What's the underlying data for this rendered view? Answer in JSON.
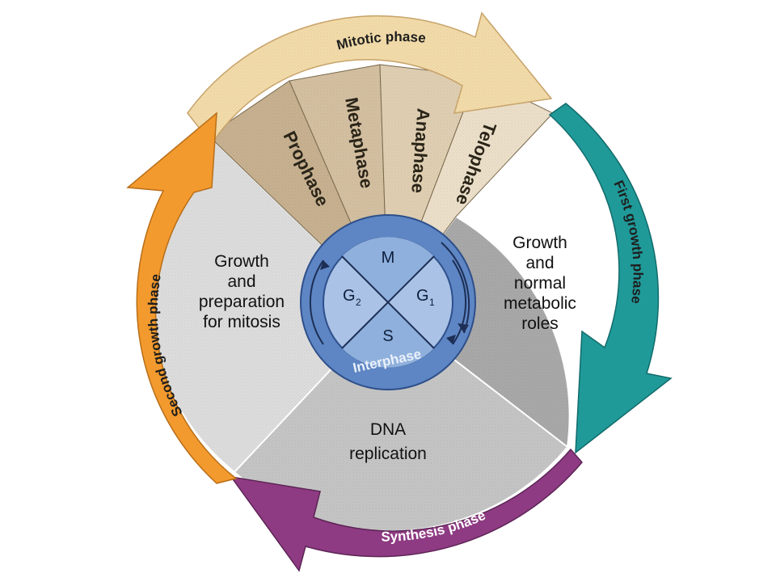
{
  "regions": {
    "g2_text": [
      "Growth",
      "and",
      "preparation",
      "for mitosis"
    ],
    "g1_text": [
      "Growth",
      "and",
      "normal",
      "metabolic",
      "roles"
    ],
    "s_text": [
      "DNA",
      "replication"
    ]
  },
  "mitotic_subphases": [
    "Prophase",
    "Metaphase",
    "Anaphase",
    "Telophase"
  ],
  "arcs": {
    "mitotic": "Mitotic phase",
    "first_growth": "First growth phase",
    "synthesis": "Synthesis phase",
    "second_growth": "Second growth phase"
  },
  "hub": {
    "m": "M",
    "g1": "G",
    "g1_sub": "1",
    "s": "S",
    "g2": "G",
    "g2_sub": "2",
    "interphase": "Interphase"
  },
  "colors": {
    "mitotic_arrow": "#f3dcaa",
    "first_growth_arrow": "#1f9a99",
    "synthesis_arrow": "#8e3b83",
    "second_growth_arrow": "#f39a2e",
    "hub_blue": "#8fb0dc",
    "hub_ring": "#5e86c4"
  }
}
